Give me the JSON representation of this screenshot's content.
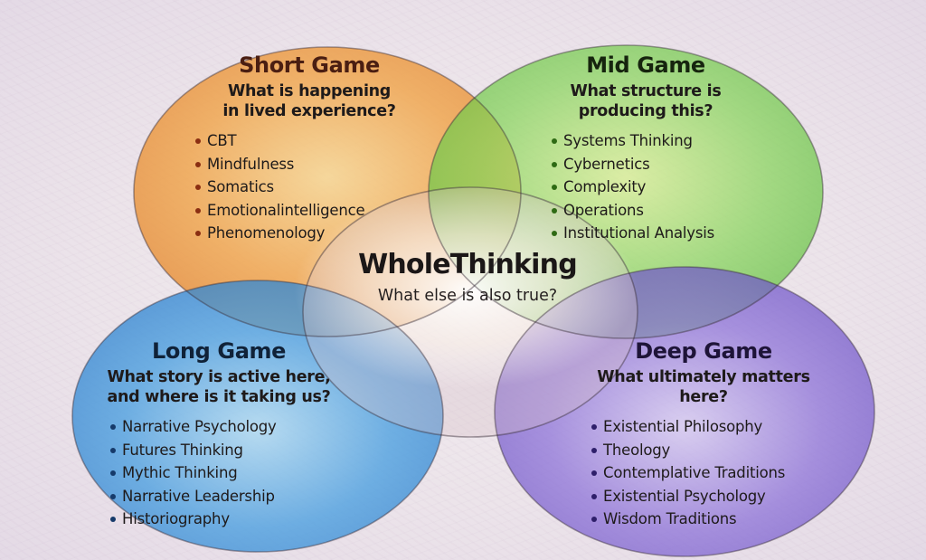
{
  "colors": {
    "short": "#f0a44a",
    "mid": "#86d45a",
    "long": "#4a9fe0",
    "deep": "#8a6fd8",
    "outline": "#3a2e3a",
    "dot_short": "#8a2e12",
    "dot_mid": "#2e6a14",
    "dot_long": "#163a6a",
    "dot_deep": "#2e1f6a"
  },
  "center": {
    "title": "WholeThinking",
    "question": "What else is also true?"
  },
  "short_game": {
    "title": "Short Game",
    "question_line1": "What is happening",
    "question_line2": "in lived experience?",
    "items": [
      "CBT",
      "Mindfulness",
      "Somatics",
      "Emotionalintelligence",
      "Phenomenology"
    ]
  },
  "mid_game": {
    "title": "Mid Game",
    "question_line1": "What structure is",
    "question_line2": "producing this?",
    "items": [
      "Systems Thinking",
      "Cybernetics",
      "Complexity",
      "Operations",
      "Institutional Analysis"
    ]
  },
  "long_game": {
    "title": "Long Game",
    "question_line1": "What story is active here,",
    "question_line2": "and where is it taking us?",
    "items": [
      "Narrative Psychology",
      "Futures Thinking",
      "Mythic Thinking",
      "Narrative Leadership",
      "Historiography"
    ]
  },
  "deep_game": {
    "title": "Deep Game",
    "question_line1": "What ultimately matters here?",
    "items": [
      "Existential Philosophy",
      "Theology",
      "Contemplative Traditions",
      "Existential Psychology",
      "Wisdom Traditions"
    ]
  }
}
